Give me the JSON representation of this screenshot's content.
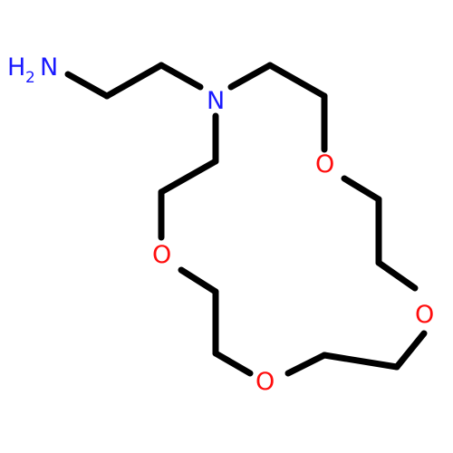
{
  "molecule": {
    "amine_label": {
      "text": "H",
      "subscript": "2",
      "element": "N"
    },
    "ring_nitrogen": "N",
    "oxygens": [
      "O",
      "O",
      "O",
      "O"
    ],
    "colors": {
      "bond": "#000000",
      "nitrogen": "#1a1aff",
      "oxygen": "#ff0d0d"
    }
  }
}
